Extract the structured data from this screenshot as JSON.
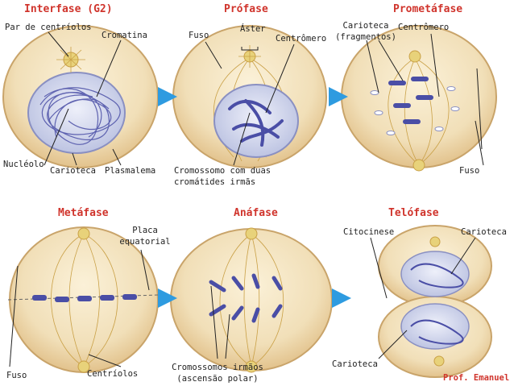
{
  "titles": {
    "interphase": "Interfase (G2)",
    "prophase": "Prófase",
    "prometaphase": "Prometáfase",
    "metaphase": "Metáfase",
    "anaphase": "Anáfase",
    "telophase": "Telófase"
  },
  "labels": {
    "centriole_pair": "Par de centríolos",
    "chromatin": "Cromatina",
    "nucleolus": "Nucléolo",
    "karyotheca": "Carioteca",
    "plasmalemma": "Plasmalema",
    "spindle": "Fuso",
    "aster": "Áster",
    "centromere": "Centrômero",
    "chromosome_line1": "Cromossomo com duas",
    "chromosome_line2": "cromátides irmãs",
    "karyotheca_fragments_line1": "Carioteca",
    "karyotheca_fragments_line2": "(fragmentos)",
    "centromere2": "Centrômero",
    "spindle2": "Fuso",
    "plate_line1": "Placa",
    "plate_line2": "equatorial",
    "spindle3": "Fuso",
    "centrioles": "Centríolos",
    "sister_chromosomes_line1": "Cromossomos irmãos",
    "sister_chromosomes_line2": "(ascensão polar)",
    "cytokinesis": "Citocinese",
    "karyotheca2": "Carioteca",
    "karyotheca3": "Carioteca"
  },
  "signature": "Prof. Emanuel",
  "colors": {
    "title": "#d0342c",
    "cell_fill": "#f1dfb8",
    "cell_edge": "#c9a46a",
    "nucleus": "#c7cde8",
    "chromosome": "#4a4ea6",
    "arrow": "#2e9be0"
  }
}
